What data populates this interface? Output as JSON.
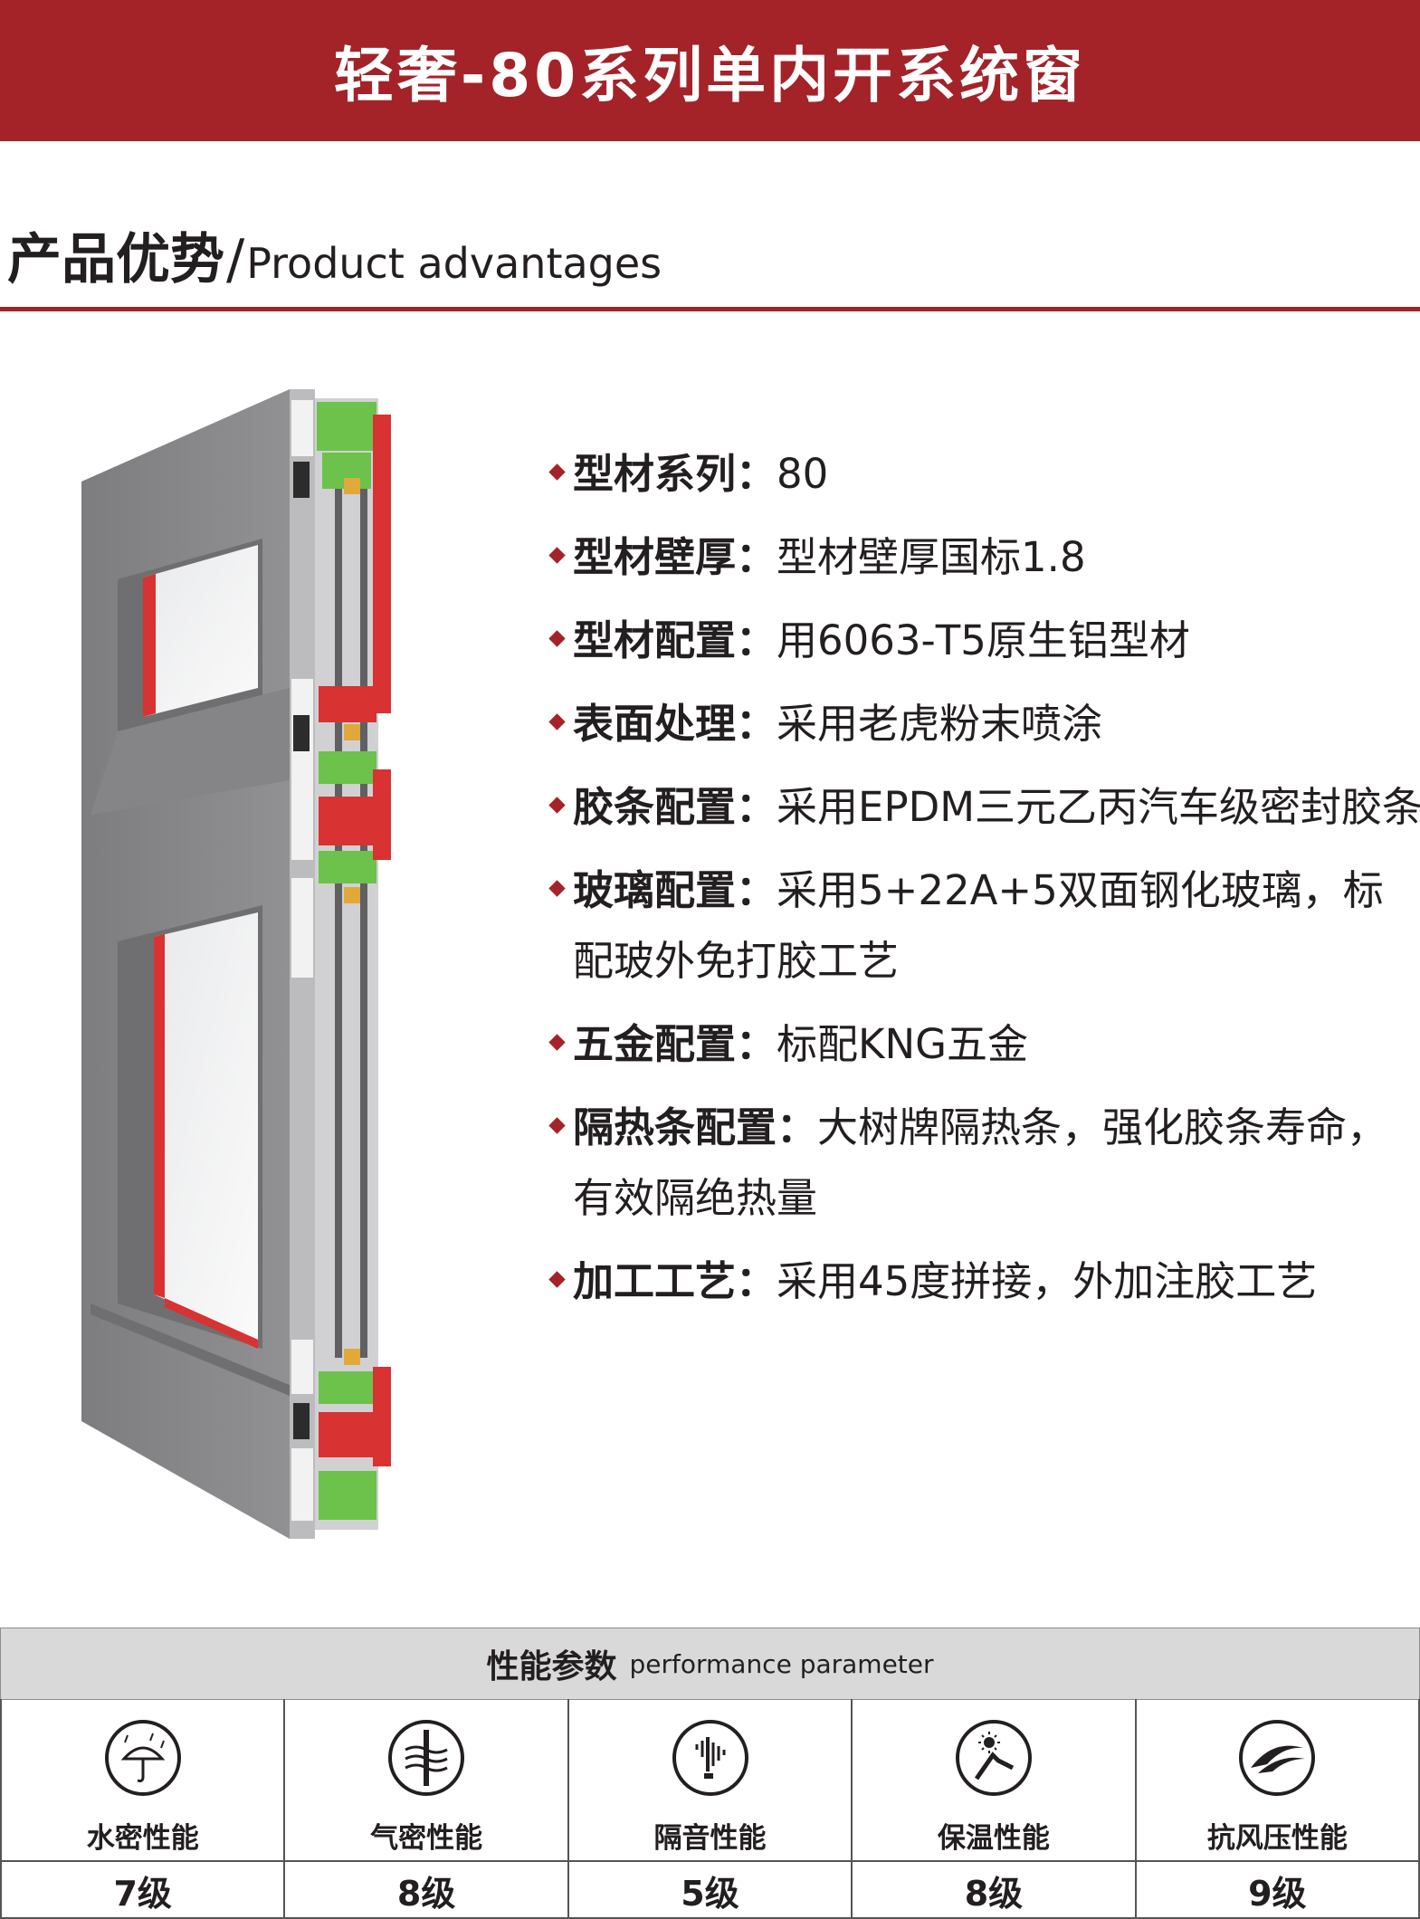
{
  "banner": {
    "title": "轻奢-80系列单内开系统窗"
  },
  "section": {
    "title_cn": "产品优势",
    "separator": "/",
    "title_en": "Product advantages"
  },
  "illustration": {
    "icon": "window-profile-cross-section"
  },
  "features": [
    {
      "label": "型材系列：",
      "value": "80"
    },
    {
      "label": "型材壁厚：",
      "value": "型材壁厚国标1.8"
    },
    {
      "label": "型材配置：",
      "value": "用6063-T5原生铝型材"
    },
    {
      "label": "表面处理：",
      "value": "采用老虎粉末喷涂"
    },
    {
      "label": "胶条配置：",
      "value": "采用EPDM三元乙丙汽车级密封胶条"
    },
    {
      "label": "玻璃配置：",
      "value": "采用5+22A+5双面钢化玻璃，标配玻外免打胶工艺"
    },
    {
      "label": "五金配置：",
      "value": "标配KNG五金"
    },
    {
      "label": "隔热条配置：",
      "value": "大树牌隔热条，强化胶条寿命，有效隔绝热量"
    },
    {
      "label": "加工工艺：",
      "value": "采用45度拼接，外加注胶工艺"
    }
  ],
  "performance": {
    "title_cn": "性能参数",
    "title_en": "performance parameter",
    "items": [
      {
        "metric": "水密性能",
        "grade": "7级",
        "icon": "umbrella-rain-icon"
      },
      {
        "metric": "气密性能",
        "grade": "8级",
        "icon": "wind-air-icon"
      },
      {
        "metric": "隔音性能",
        "grade": "5级",
        "icon": "sound-wave-icon"
      },
      {
        "metric": "保温性能",
        "grade": "8级",
        "icon": "sun-thermal-icon"
      },
      {
        "metric": "抗风压性能",
        "grade": "9级",
        "icon": "wind-pressure-icon"
      }
    ]
  },
  "colors": {
    "accent": "#a32329",
    "frame_gray": "#8b8b8b",
    "seal_green": "#6cc24a",
    "seal_red": "#e23a3a"
  }
}
